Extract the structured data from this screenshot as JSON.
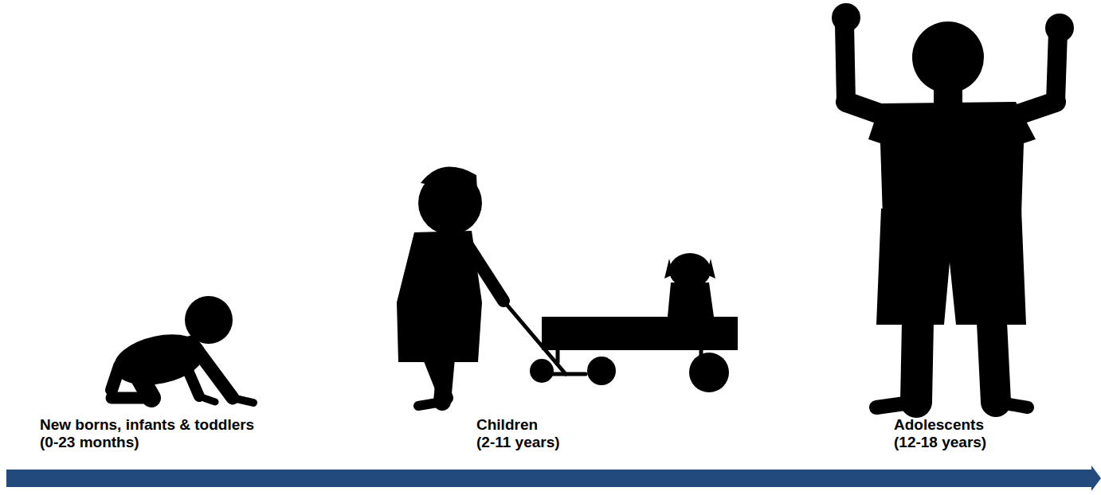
{
  "diagram": {
    "labels": [
      "New borns, infants & toddlers",
      "(0-23 months)",
      "Children",
      "(2-11 years)",
      "Adolescents",
      "(12-18 years)"
    ]
  }
}
